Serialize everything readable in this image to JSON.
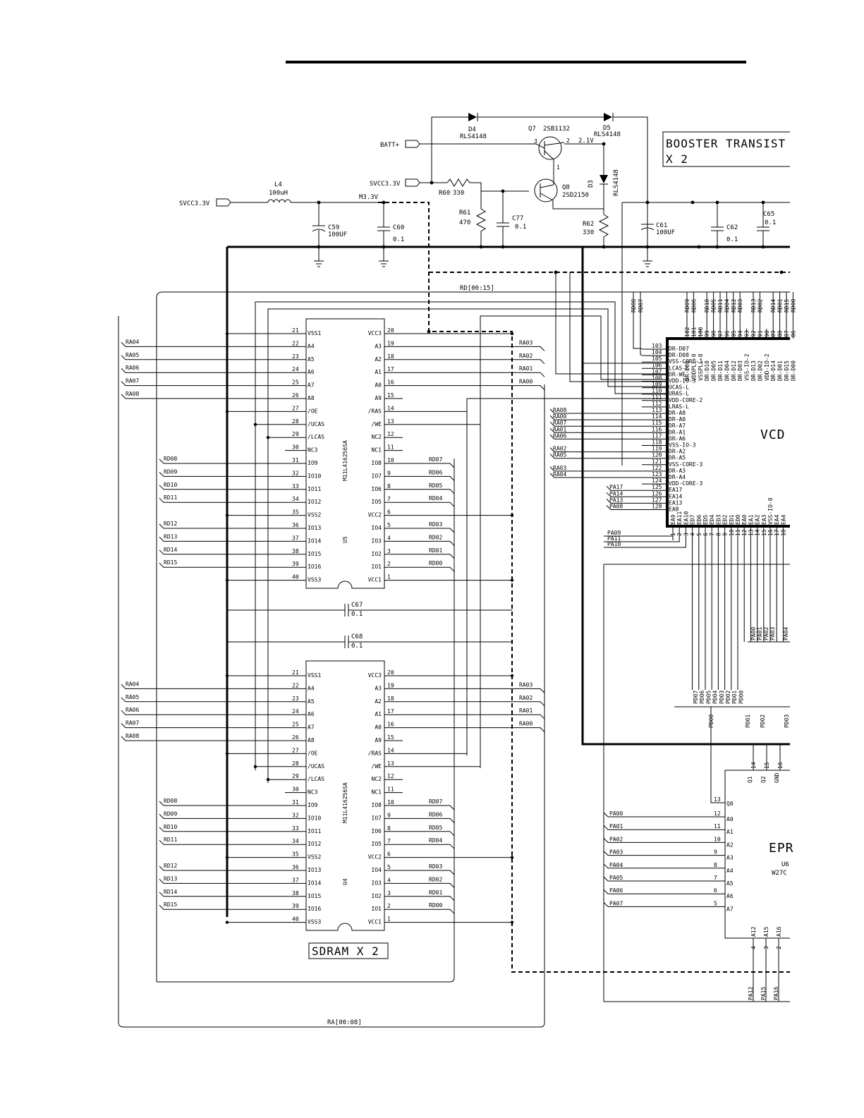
{
  "booster": {
    "line1": "BOOSTER TRANSIST",
    "line2": "X 2"
  },
  "sdram_label": "SDRAM X 2",
  "vcd_label": "VCD",
  "eprom": {
    "label": "EPR",
    "ref": "U6",
    "part": "W27C"
  },
  "nets": {
    "batt": "BATT+",
    "svcc_a": "SVCC3.3V",
    "svcc_b": "SVCC3.3V",
    "m33": "M3.3V",
    "volt": "2.1V",
    "rd_bus": "RD[00:15]",
    "ra_bus": "RA[00:08]"
  },
  "components": {
    "d4": {
      "ref": "D4",
      "val": "RLS4148"
    },
    "d5": {
      "ref": "D5",
      "val": "RLS4148"
    },
    "d3": {
      "ref": "D3",
      "val": "RLS4148"
    },
    "q7": {
      "ref": "Q7",
      "val": "2SB1132"
    },
    "q8": {
      "ref": "Q8",
      "val": "2SD2150"
    },
    "r60": {
      "ref": "R60",
      "val": "330"
    },
    "r61": {
      "ref": "R61",
      "val": "470"
    },
    "r62": {
      "ref": "R62",
      "val": "330"
    },
    "c77": {
      "ref": "C77",
      "val": "0.1"
    },
    "c59": {
      "ref": "C59",
      "val": "100UF"
    },
    "c60": {
      "ref": "C60",
      "val": "0.1"
    },
    "c61": {
      "ref": "C61",
      "val": "100UF"
    },
    "c62": {
      "ref": "C62",
      "val": "0.1"
    },
    "c65": {
      "ref": "C65",
      "val": "0.1"
    },
    "c67": {
      "ref": "C67",
      "val": "0.1"
    },
    "c68": {
      "ref": "C68",
      "val": "0.1"
    },
    "l4": {
      "ref": "L4",
      "val": "100uH"
    }
  },
  "sdram": {
    "part": "M11L416256SA",
    "u5": "U5",
    "u4_part": "M11L416256SA",
    "u4": "U4",
    "left_pins": [
      {
        "n": "21",
        "name": "VSS1"
      },
      {
        "n": "22",
        "name": "A4"
      },
      {
        "n": "23",
        "name": "A5"
      },
      {
        "n": "24",
        "name": "A6"
      },
      {
        "n": "25",
        "name": "A7"
      },
      {
        "n": "26",
        "name": "A8"
      },
      {
        "n": "27",
        "name": "/OE"
      },
      {
        "n": "28",
        "name": "/UCAS"
      },
      {
        "n": "29",
        "name": "/LCAS"
      },
      {
        "n": "30",
        "name": "NC3"
      },
      {
        "n": "31",
        "name": "IO9"
      },
      {
        "n": "32",
        "name": "IO10"
      },
      {
        "n": "33",
        "name": "IO11"
      },
      {
        "n": "34",
        "name": "IO12"
      },
      {
        "n": "35",
        "name": "VSS2"
      },
      {
        "n": "36",
        "name": "IO13"
      },
      {
        "n": "37",
        "name": "IO14"
      },
      {
        "n": "38",
        "name": "IO15"
      },
      {
        "n": "39",
        "name": "IO16"
      },
      {
        "n": "40",
        "name": "VSS3"
      }
    ],
    "right_pins": [
      {
        "n": "20",
        "name": "VCC3"
      },
      {
        "n": "19",
        "name": "A3"
      },
      {
        "n": "18",
        "name": "A2"
      },
      {
        "n": "17",
        "name": "A1"
      },
      {
        "n": "16",
        "name": "A0"
      },
      {
        "n": "15",
        "name": "A9"
      },
      {
        "n": "14",
        "name": "/RAS"
      },
      {
        "n": "13",
        "name": "/WE"
      },
      {
        "n": "12",
        "name": "NC2"
      },
      {
        "n": "11",
        "name": "NC1"
      },
      {
        "n": "10",
        "name": "IO8"
      },
      {
        "n": "9",
        "name": "IO7"
      },
      {
        "n": "8",
        "name": "IO6"
      },
      {
        "n": "7",
        "name": "IO5"
      },
      {
        "n": "6",
        "name": "VCC2"
      },
      {
        "n": "5",
        "name": "IO4"
      },
      {
        "n": "4",
        "name": "IO3"
      },
      {
        "n": "3",
        "name": "IO2"
      },
      {
        "n": "2",
        "name": "IO1"
      },
      {
        "n": "1",
        "name": "VCC1"
      }
    ],
    "left_nets": [
      "",
      "RA04",
      "RA05",
      "RA06",
      "RA07",
      "RA08",
      "",
      "",
      "",
      "",
      "RD08",
      "RD09",
      "RD10",
      "RD11",
      "",
      "RD12",
      "RD13",
      "RD14",
      "RD15",
      ""
    ],
    "right_nets": [
      "",
      "RA03",
      "RA02",
      "RA01",
      "RA00",
      "",
      "",
      "",
      "",
      "",
      "RD07",
      "RD06",
      "RD05",
      "RD04",
      "",
      "RD03",
      "RD02",
      "RD01",
      "RD00",
      ""
    ]
  },
  "vcd_left_pins": [
    {
      "n": "103",
      "name": "DR-D07",
      "net": ""
    },
    {
      "n": "104",
      "name": "DR-D08",
      "net": ""
    },
    {
      "n": "105",
      "name": "VSS-CORE-1",
      "net": ""
    },
    {
      "n": "106",
      "name": "LCAS-L",
      "net": ""
    },
    {
      "n": "107",
      "name": "DR-WE",
      "net": ""
    },
    {
      "n": "108",
      "name": "VDD-IO-3",
      "net": ""
    },
    {
      "n": "109",
      "name": "UCAS-L",
      "net": ""
    },
    {
      "n": "110",
      "name": "URAS-L",
      "net": ""
    },
    {
      "n": "111",
      "name": "VDD-CORE-2",
      "net": ""
    },
    {
      "n": "112",
      "name": "LRAS-L",
      "net": ""
    },
    {
      "n": "113",
      "name": "DR-A8",
      "net": "RA08"
    },
    {
      "n": "114",
      "name": "DR-A0",
      "net": "RA00"
    },
    {
      "n": "115",
      "name": "DR-A7",
      "net": "RA07"
    },
    {
      "n": "116",
      "name": "DR-A1",
      "net": "RA01"
    },
    {
      "n": "117",
      "name": "DR-A6",
      "net": "RA06"
    },
    {
      "n": "118",
      "name": "VSS-IO-3",
      "net": ""
    },
    {
      "n": "119",
      "name": "DR-A2",
      "net": "RA02"
    },
    {
      "n": "120",
      "name": "DR-A5",
      "net": "RA05"
    },
    {
      "n": "121",
      "name": "VSS-CORE-3",
      "net": ""
    },
    {
      "n": "122",
      "name": "DR-A3",
      "net": "RA03"
    },
    {
      "n": "123",
      "name": "DR-A4",
      "net": "RA04"
    },
    {
      "n": "124",
      "name": "VDD-CORE-3",
      "net": ""
    },
    {
      "n": "125",
      "name": "EA17",
      "net": "PA17"
    },
    {
      "n": "126",
      "name": "EA14",
      "net": "PA14"
    },
    {
      "n": "127",
      "name": "EA13",
      "net": "PA13"
    },
    {
      "n": "128",
      "name": "EA8",
      "net": "PA08"
    }
  ],
  "vcd_top_pins": [
    {
      "n": "102",
      "name": "DR-D06",
      "net": "RD09"
    },
    {
      "n": "101",
      "name": "VDDPLL-0",
      "net": "RD06"
    },
    {
      "n": "100",
      "name": "VSSPLL-0",
      "net": ""
    },
    {
      "n": "99",
      "name": "DR-D10",
      "net": "RD10"
    },
    {
      "n": "98",
      "name": "DR-D05",
      "net": "RD05"
    },
    {
      "n": "97",
      "name": "DR-D11",
      "net": "RD11"
    },
    {
      "n": "96",
      "name": "DR-D04",
      "net": "RD04"
    },
    {
      "n": "95",
      "name": "DR-D12",
      "net": "RD12"
    },
    {
      "n": "94",
      "name": "DR-D03",
      "net": "RD03"
    },
    {
      "n": "93",
      "name": "VSS-IO-2",
      "net": ""
    },
    {
      "n": "92",
      "name": "DR-D13",
      "net": "RD13"
    },
    {
      "n": "91",
      "name": "DR-D02",
      "net": "RD02"
    },
    {
      "n": "90",
      "name": "VDD-IO-2",
      "net": ""
    },
    {
      "n": "89",
      "name": "DR-D14",
      "net": "RD14"
    },
    {
      "n": "88",
      "name": "DR-D01",
      "net": "RD01"
    },
    {
      "n": "87",
      "name": "DR-D15",
      "net": "RD15"
    },
    {
      "n": "86",
      "name": "DR-D00",
      "net": "RD00"
    }
  ],
  "vcd_top_nets_extra": [
    "RD08",
    "RD07"
  ],
  "vcd_bottom_pins": [
    {
      "n": "1",
      "name": "EA9"
    },
    {
      "n": "2",
      "name": "EA11"
    },
    {
      "n": "3",
      "name": "EA10"
    },
    {
      "n": "4",
      "name": "ED7"
    },
    {
      "n": "5",
      "name": "ED6"
    },
    {
      "n": "6",
      "name": "ED5"
    },
    {
      "n": "7",
      "name": "ED4"
    },
    {
      "n": "8",
      "name": "ED3"
    },
    {
      "n": "9",
      "name": "ED2"
    },
    {
      "n": "10",
      "name": "ED1"
    },
    {
      "n": "11",
      "name": "ED0"
    },
    {
      "n": "12",
      "name": "EA0"
    },
    {
      "n": "13",
      "name": "EA1"
    },
    {
      "n": "14",
      "name": "EA2"
    },
    {
      "n": "15",
      "name": "EA3"
    },
    {
      "n": "16",
      "name": "VSS-IO-0"
    },
    {
      "n": "17",
      "name": "EA4"
    },
    {
      "n": "18",
      "name": "EA4"
    }
  ],
  "vcd_bottom_left_nets": [
    "PA09",
    "PA11",
    "PA10"
  ],
  "pa_bus_top": [
    "PA00",
    "PA01",
    "PA02",
    "PA03",
    "PA04"
  ],
  "pd_bus": [
    "PD07",
    "PD06",
    "PD05",
    "PD04",
    "PD03",
    "PD02",
    "PD01",
    "PD00"
  ],
  "pd_eprom": [
    "PD00",
    "PD01",
    "PD02",
    "PD03"
  ],
  "eprom_top": [
    {
      "n": "14",
      "name": "Q1"
    },
    {
      "n": "15",
      "name": "Q2"
    },
    {
      "n": "16",
      "name": "GND"
    }
  ],
  "eprom_q0": {
    "n": "13",
    "name": "Q0"
  },
  "eprom_left": [
    {
      "n": "12",
      "name": "A0",
      "net": "PA00"
    },
    {
      "n": "11",
      "name": "A1",
      "net": "PA01"
    },
    {
      "n": "10",
      "name": "A2",
      "net": "PA02"
    },
    {
      "n": "9",
      "name": "A3",
      "net": "PA03"
    },
    {
      "n": "8",
      "name": "A4",
      "net": "PA04"
    },
    {
      "n": "7",
      "name": "A5",
      "net": "PA05"
    },
    {
      "n": "6",
      "name": "A6",
      "net": "PA06"
    },
    {
      "n": "5",
      "name": "A7",
      "net": "PA07"
    }
  ],
  "eprom_bottom": [
    {
      "n": "4",
      "name": "A12",
      "net": "PA12"
    },
    {
      "n": "3",
      "name": "A15",
      "net": "PA15"
    },
    {
      "n": "2",
      "name": "A16",
      "net": "PA16"
    }
  ]
}
